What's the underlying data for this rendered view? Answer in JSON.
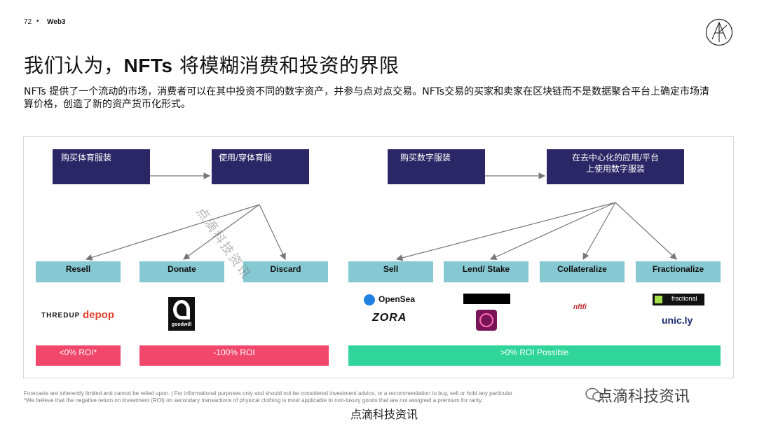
{
  "header": {
    "page_number": "72",
    "dot": "•",
    "section": "Web3"
  },
  "title": {
    "prefix": "我们认为，",
    "bold": "NFTs",
    "suffix": " 将模糊消费和投资的界限"
  },
  "subtitle": "NFTs 提供了一个流动的市场，消费者可以在其中投资不同的数字资产，并参与点对点交易。NFTs交易的买家和卖家在区块链而不是数据聚合平台上确定市场清算价格，创造了新的资产货币化形式。",
  "diagram": {
    "physical": {
      "buy": "购买体育服装",
      "use": "使用/穿体育服",
      "options": [
        "Resell",
        "Donate",
        "Discard"
      ],
      "roi_resell": "<0% ROI*",
      "roi_donate": "-100% ROI",
      "brands": {
        "thredup": "THREDUP",
        "depop": "depop",
        "goodwill": "goodwill"
      }
    },
    "digital": {
      "buy": "购买数字服装",
      "use_line1": "在去中心化的应用/平台",
      "use_line2": "上使用数字服装",
      "options": [
        "Sell",
        "Lend/ Stake",
        "Collateralize",
        "Fractionalize"
      ],
      "roi": ">0% ROI Possible",
      "brands": {
        "opensea": "OpenSea",
        "zora": "ZORA",
        "nftfi": "nftfi",
        "fractional": "fractional",
        "unicly": "unic.ly"
      }
    }
  },
  "footnotes": [
    "Forecasts are inherently limited and cannot be relied upon. | For informational purposes only and should not be considered investment advice, or a recommendation to buy, sell or hold any particular",
    "*We believe that the negative return on investment (ROI) on secondary transactions of physical clothing is most applicable to non-luxury goods that are not assigned a premium for rarity."
  ],
  "watermarks": {
    "diagonal": "点滴科技资讯",
    "right": "点滴科技资讯",
    "bottom": "点滴科技资讯"
  },
  "colors": {
    "navy": "#2b2766",
    "teal": "#86c9d3",
    "roi_red": "#f0476a",
    "roi_green": "#2fd59a"
  }
}
